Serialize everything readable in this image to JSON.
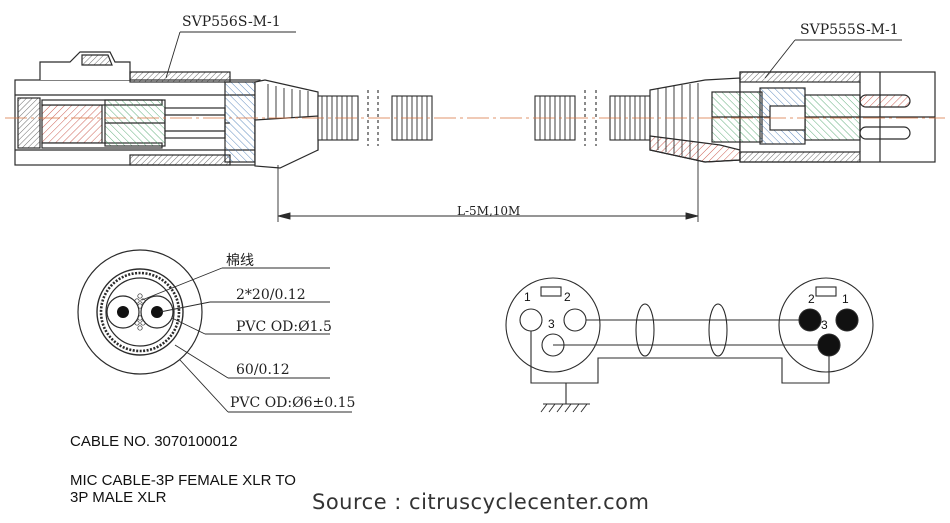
{
  "connectors": {
    "female_part_no": "SVP556S-M-1",
    "male_part_no": "SVP555S-M-1",
    "length_label": "L-5M,10M"
  },
  "cross_section": {
    "filler_label": "棉线",
    "conductor_label": "2*20/0.12",
    "inner_od_label": "PVC OD:Ø1.5",
    "shield_label": "60/0.12",
    "outer_od_label": "PVC OD:Ø6±0.15"
  },
  "wiring": {
    "female_pins": [
      "1",
      "2",
      "3"
    ],
    "male_pins": [
      "2",
      "1",
      "3"
    ]
  },
  "footer": {
    "cable_no": "CABLE NO. 3070100012",
    "description_line1": "MIC CABLE-3P FEMALE XLR TO",
    "description_line2": "3P MALE XLR",
    "source": "Source : citruscyclecenter.com"
  },
  "colors": {
    "line": "#2b2b2b",
    "hatch_red": "#c0392b",
    "hatch_green": "#3a9a5b",
    "hatch_blue": "#3a6fb0",
    "centerline": "#d9733f"
  }
}
